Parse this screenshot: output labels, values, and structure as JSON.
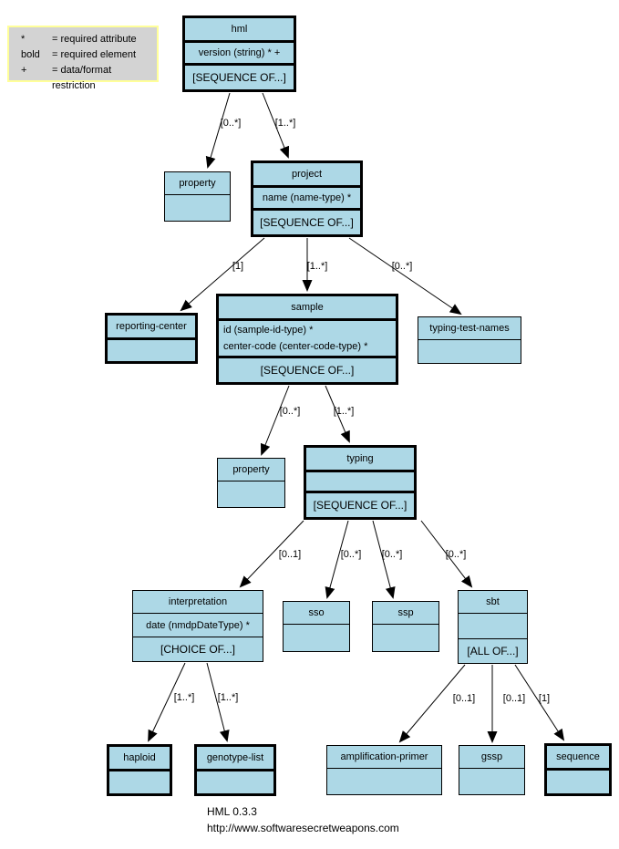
{
  "colors": {
    "node_fill": "#ADD8E6",
    "legend_fill": "#D3D3D3",
    "legend_border": "#FFFF99"
  },
  "legend": {
    "rows": [
      {
        "symbol": "*",
        "text": "= required attribute"
      },
      {
        "symbol": "bold",
        "text": "= required element"
      },
      {
        "symbol": "+",
        "text": "= data/format restriction"
      }
    ]
  },
  "nodes": {
    "hml": {
      "title": "hml",
      "attrs": [
        "version (string) * +"
      ],
      "content": "[SEQUENCE OF...]"
    },
    "property1": {
      "title": "property"
    },
    "project": {
      "title": "project",
      "attrs": [
        "name (name-type) *"
      ],
      "content": "[SEQUENCE OF...]"
    },
    "reporting-center": {
      "title": "reporting-center"
    },
    "sample": {
      "title": "sample",
      "attrs": [
        "id (sample-id-type) *",
        "center-code (center-code-type) *"
      ],
      "content": "[SEQUENCE OF...]"
    },
    "typing-test-names": {
      "title": "typing-test-names"
    },
    "property2": {
      "title": "property"
    },
    "typing": {
      "title": "typing",
      "content": "[SEQUENCE OF...]"
    },
    "interpretation": {
      "title": "interpretation",
      "attrs": [
        "date (nmdpDateType) *"
      ],
      "content": "[CHOICE OF...]"
    },
    "sso": {
      "title": "sso"
    },
    "ssp": {
      "title": "ssp"
    },
    "sbt": {
      "title": "sbt",
      "content": "[ALL OF...]"
    },
    "haploid": {
      "title": "haploid"
    },
    "genotype-list": {
      "title": "genotype-list"
    },
    "amplification-primer": {
      "title": "amplification-primer"
    },
    "gssp": {
      "title": "gssp"
    },
    "sequence": {
      "title": "sequence"
    }
  },
  "edges": [
    {
      "from": "hml",
      "to": "property1",
      "label": "[0..*]"
    },
    {
      "from": "hml",
      "to": "project",
      "label": "[1..*]"
    },
    {
      "from": "project",
      "to": "reporting-center",
      "label": "[1]"
    },
    {
      "from": "project",
      "to": "sample",
      "label": "[1..*]"
    },
    {
      "from": "project",
      "to": "typing-test-names",
      "label": "[0..*]"
    },
    {
      "from": "sample",
      "to": "property2",
      "label": "[0..*]"
    },
    {
      "from": "sample",
      "to": "typing",
      "label": "[1..*]"
    },
    {
      "from": "typing",
      "to": "interpretation",
      "label": "[0..1]"
    },
    {
      "from": "typing",
      "to": "sso",
      "label": "[0..*]"
    },
    {
      "from": "typing",
      "to": "ssp",
      "label": "[0..*]"
    },
    {
      "from": "typing",
      "to": "sbt",
      "label": "[0..*]"
    },
    {
      "from": "interpretation",
      "to": "haploid",
      "label": "[1..*]"
    },
    {
      "from": "interpretation",
      "to": "genotype-list",
      "label": "[1..*]"
    },
    {
      "from": "sbt",
      "to": "amplification-primer",
      "label": "[0..1]"
    },
    {
      "from": "sbt",
      "to": "gssp",
      "label": "[0..1]"
    },
    {
      "from": "sbt",
      "to": "sequence",
      "label": "[1]"
    }
  ],
  "footer": {
    "line1": "HML 0.3.3",
    "line2": "http://www.softwaresecretweapons.com"
  }
}
